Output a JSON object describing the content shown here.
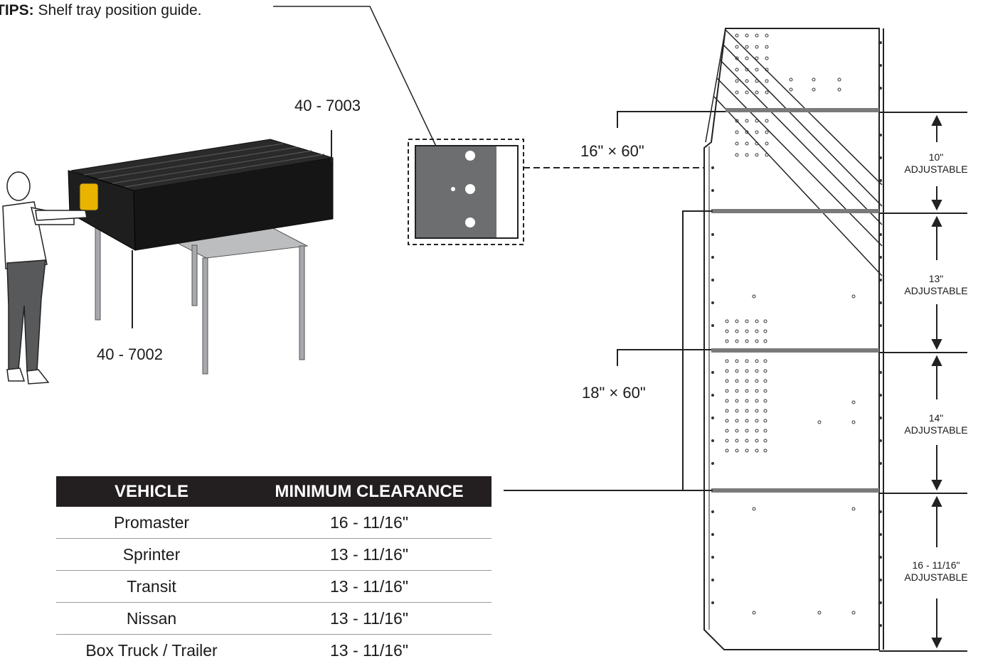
{
  "tips": {
    "label": "TIPS:",
    "text": "Shelf tray position guide."
  },
  "parts": {
    "top": "40 - 7003",
    "bottom": "40 - 7002"
  },
  "shelf_sizes": {
    "upper": "16\" × 60\"",
    "lower": "18\" × 60\""
  },
  "spacings": [
    {
      "value": "10\"",
      "note": "ADJUSTABLE"
    },
    {
      "value": "13\"",
      "note": "ADJUSTABLE"
    },
    {
      "value": "14\"",
      "note": "ADJUSTABLE"
    },
    {
      "value": "16 - 11/16\"",
      "note": "ADJUSTABLE"
    }
  ],
  "table": {
    "headers": [
      "VEHICLE",
      "MINIMUM CLEARANCE"
    ],
    "rows": [
      [
        "Promaster",
        "16 - 11/16\""
      ],
      [
        "Sprinter",
        "13 - 11/16\""
      ],
      [
        "Transit",
        "13 - 11/16\""
      ],
      [
        "Nissan",
        "13 - 11/16\""
      ],
      [
        "Box Truck / Trailer",
        "13 - 11/16\""
      ]
    ]
  },
  "colors": {
    "header_bg": "#231f20",
    "shelf_bar": "#7a7a7a",
    "detail_panel": "#6d6e70",
    "drill": "#e8b400"
  }
}
